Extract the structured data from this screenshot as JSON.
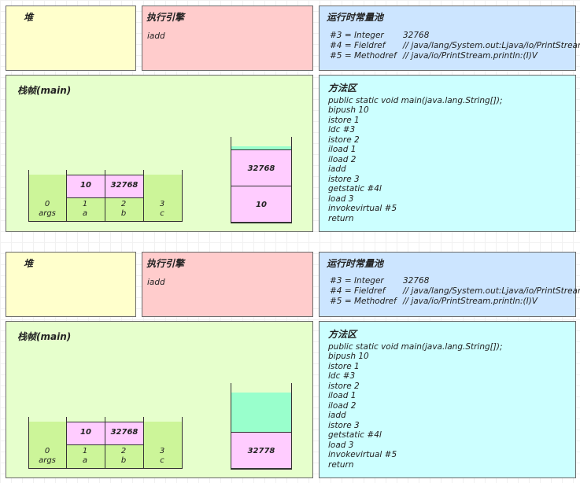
{
  "heap_title": "堆",
  "engine_title": "执行引擎",
  "pool_title": "运行时常量池",
  "frame_title": "栈帧(main)",
  "method_title": "方法区",
  "snapshots": [
    {
      "engine_instr": "iadd",
      "pool_entries": [
        {
          "ref": "#3 = Integer",
          "value": "32768"
        },
        {
          "ref": "#4 = Fieldref",
          "value": "// java/lang/System.out:Ljava/io/PrintStream;"
        },
        {
          "ref": "#5 = Methodref",
          "value": "// java/io/PrintStream.println:(I)V"
        }
      ],
      "locals": [
        {
          "index": "0",
          "name": "args",
          "value": ""
        },
        {
          "index": "1",
          "name": "a",
          "value": "10"
        },
        {
          "index": "2",
          "name": "b",
          "value": "32768"
        },
        {
          "index": "3",
          "name": "c",
          "value": ""
        }
      ],
      "stack": [
        "32768",
        "10"
      ],
      "code": [
        "public static void main(java.lang.String[]);",
        "bipush 10",
        "istore 1",
        "ldc #3",
        "istore 2",
        "iload 1",
        "iload 2",
        "iadd",
        "istore 3",
        "getstatic #4l",
        "load 3",
        "invokevirtual #5",
        "return"
      ]
    },
    {
      "engine_instr": "iadd",
      "pool_entries": [
        {
          "ref": "#3 = Integer",
          "value": "32768"
        },
        {
          "ref": "#4 = Fieldref",
          "value": "// java/lang/System.out:Ljava/io/PrintStream;"
        },
        {
          "ref": "#5 = Methodref",
          "value": "// java/io/PrintStream.println:(I)V"
        }
      ],
      "locals": [
        {
          "index": "0",
          "name": "args",
          "value": ""
        },
        {
          "index": "1",
          "name": "a",
          "value": "10"
        },
        {
          "index": "2",
          "name": "b",
          "value": "32768"
        },
        {
          "index": "3",
          "name": "c",
          "value": ""
        }
      ],
      "stack": [
        "32778"
      ],
      "code": [
        "public static void main(java.lang.String[]);",
        "bipush 10",
        "istore 1",
        "ldc #3",
        "istore 2",
        "iload 1",
        "iload 2",
        "iadd",
        "istore 3",
        "getstatic #4l",
        "load 3",
        "invokevirtual #5",
        "return"
      ]
    }
  ]
}
